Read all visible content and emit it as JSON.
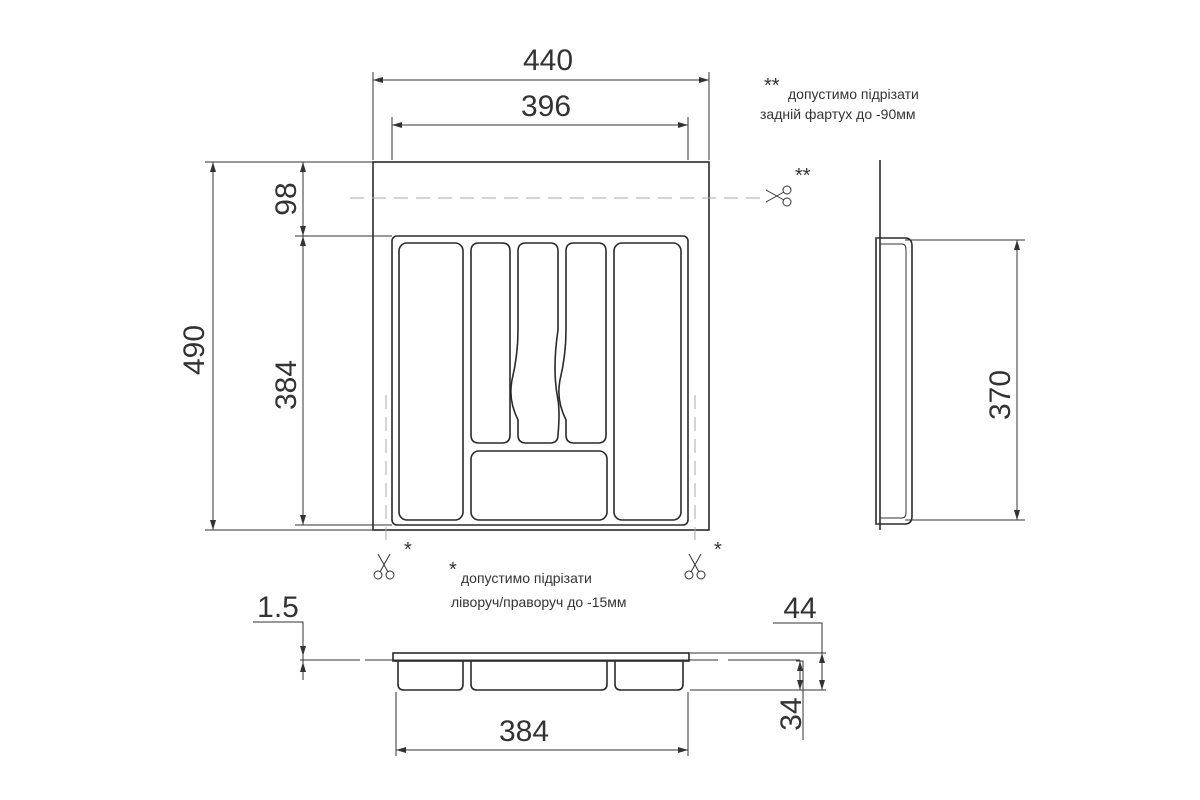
{
  "dimensions": {
    "overall_width": "440",
    "inner_width": "396",
    "overall_depth": "490",
    "back_apron": "98",
    "inner_depth": "384",
    "side_depth": "370",
    "bottom_width": "384",
    "rim_thickness": "1.5",
    "total_height": "44",
    "compartment_height": "34"
  },
  "notes": {
    "back": {
      "marker": "**",
      "line1": "допустимо підрізати",
      "line2": "задній фартух до -90мм"
    },
    "sides": {
      "marker": "*",
      "line1": "допустимо підрізати",
      "line2": "ліворуч/праворуч до -15мм"
    }
  },
  "cut_markers": {
    "back": "**",
    "left": "*",
    "right": "*"
  },
  "icons": {
    "cut": "scissors-icon"
  },
  "colors": {
    "line": "#333333",
    "cut_line": "#aaaaaa"
  }
}
